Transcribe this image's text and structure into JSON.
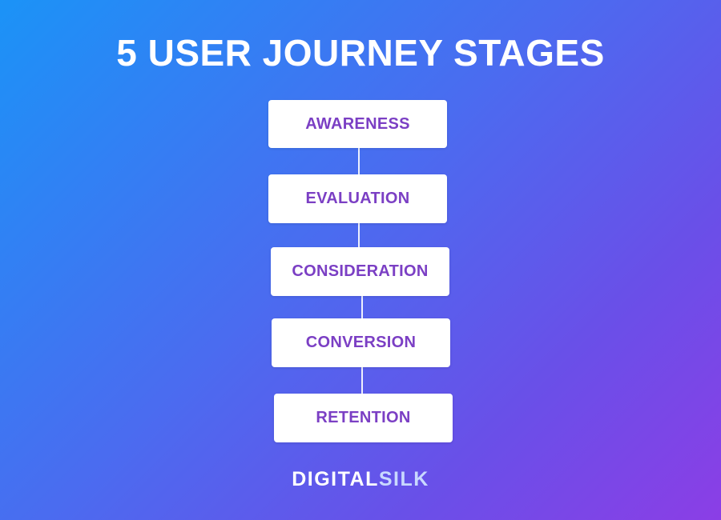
{
  "title": "5 USER JOURNEY STAGES",
  "stages": [
    {
      "label": "AWARENESS"
    },
    {
      "label": "EVALUATION"
    },
    {
      "label": "CONSIDERATION"
    },
    {
      "label": "CONVERSION"
    },
    {
      "label": "RETENTION"
    }
  ],
  "brand": {
    "part1": "DIGITAL",
    "part2": "SILK"
  },
  "colors": {
    "gradient_start": "#1b93f7",
    "gradient_end": "#8b3ee6",
    "box_background": "#ffffff",
    "label_text": "#7b3fc4",
    "title_text": "#ffffff",
    "brand_accent": "#c9d8ff"
  }
}
